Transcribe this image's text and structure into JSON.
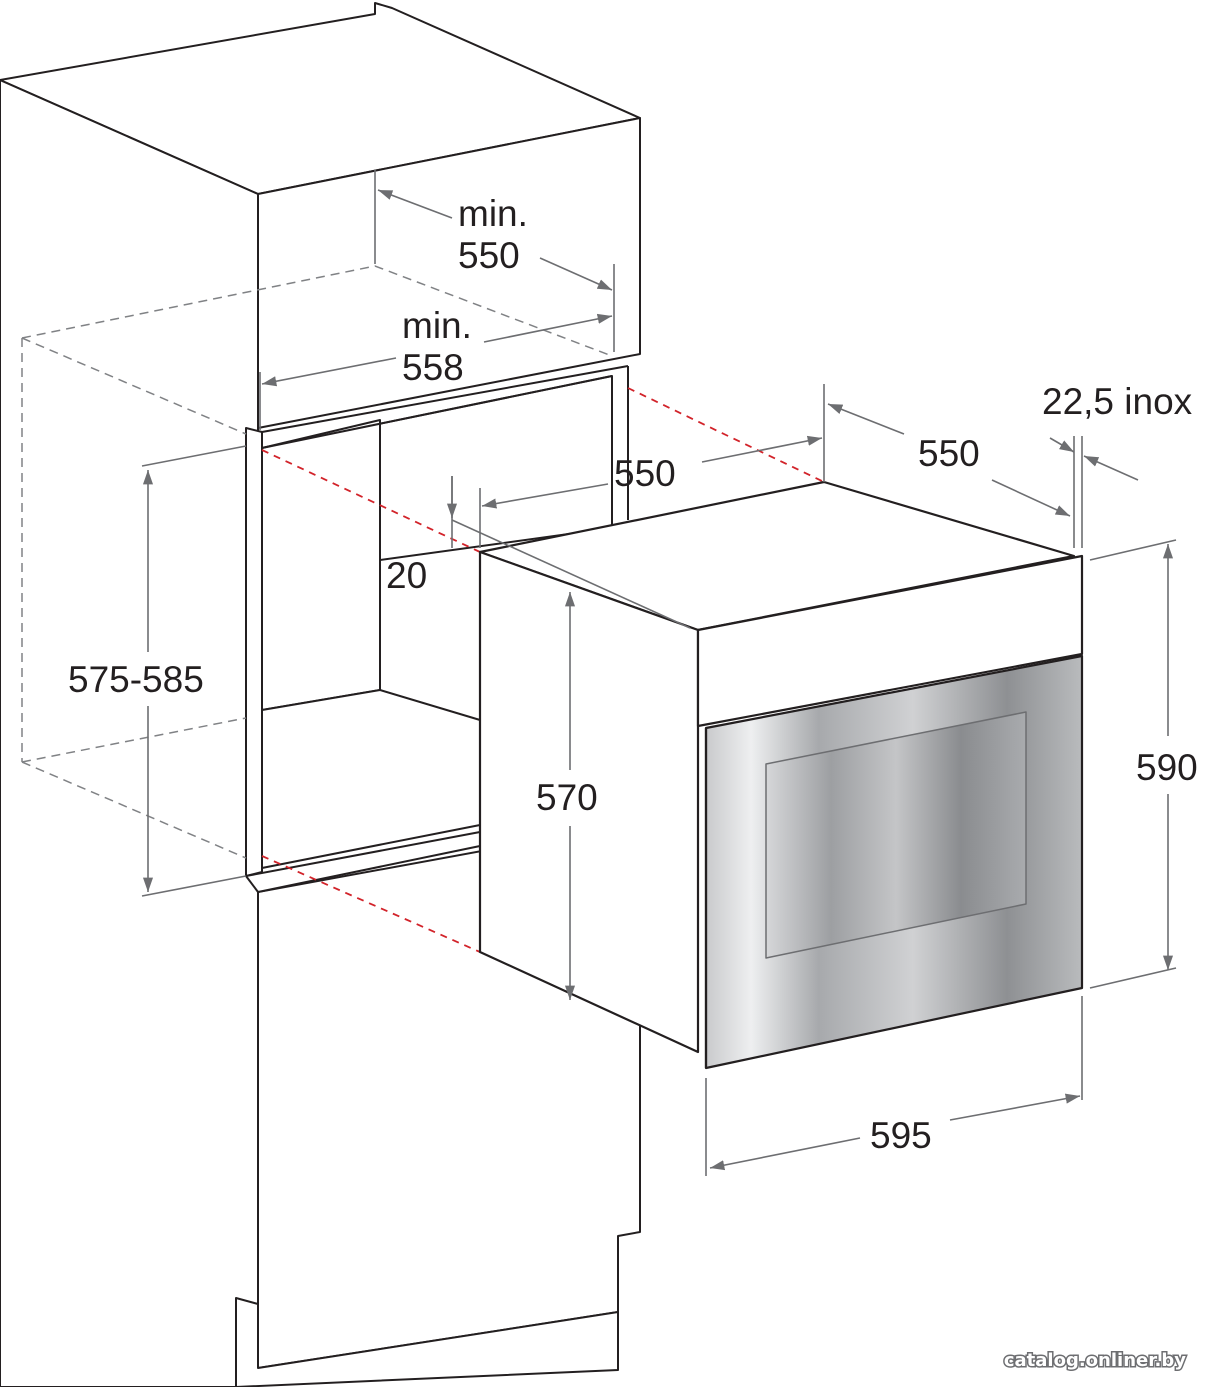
{
  "diagram": {
    "labels": {
      "niche_depth_min": [
        "min.",
        "550"
      ],
      "niche_width_min": [
        "min.",
        "558"
      ],
      "oven_depth_a": "550",
      "oven_depth_b": "550",
      "frame_thickness": "22,5 inox",
      "gap": "20",
      "niche_height": "575-585",
      "body_height": "570",
      "front_height": "590",
      "front_width": "595"
    },
    "watermark": "catalog.onliner.by",
    "colors": {
      "line": "#231f20",
      "dimension": "#6d6e71",
      "guide_red": "#d2232a",
      "hidden": "#808285",
      "glass_dark": "#8a8c8e",
      "glass_light": "#e8e9ea"
    }
  }
}
